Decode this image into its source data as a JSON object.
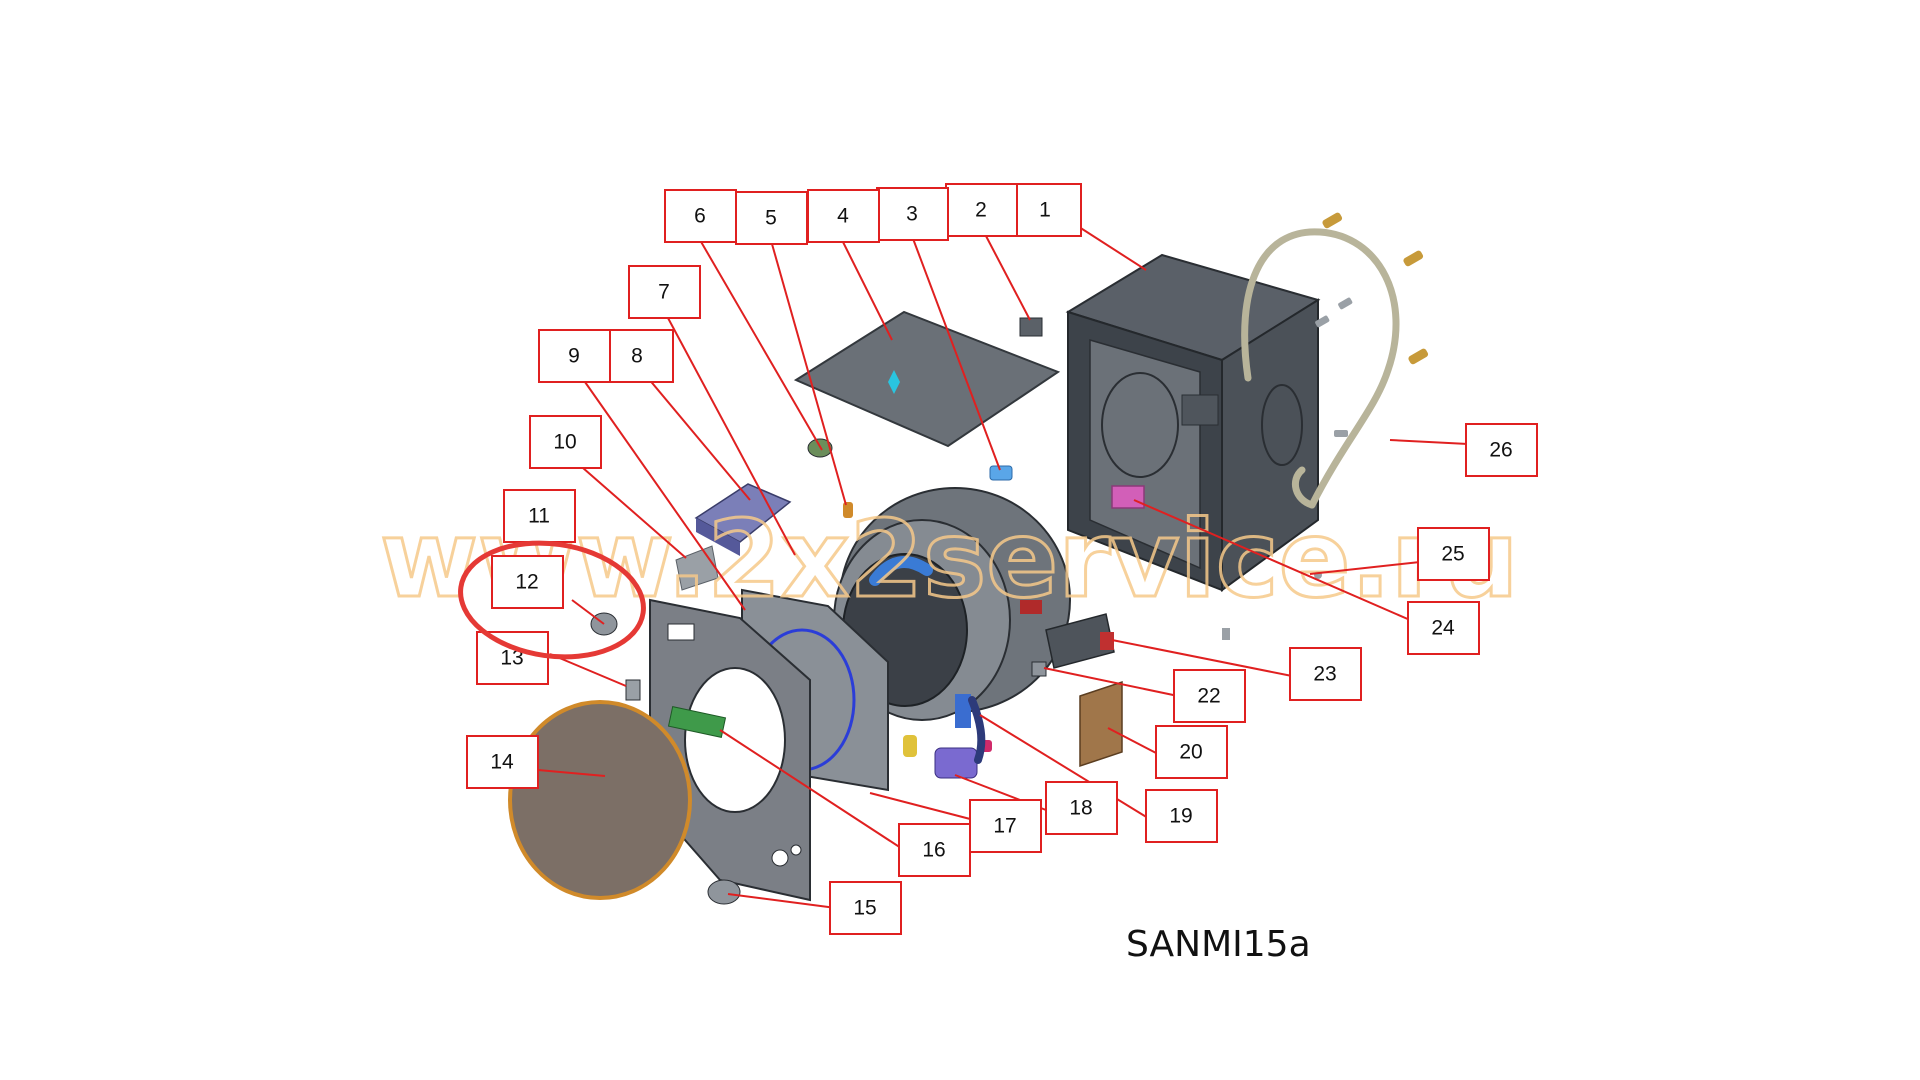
{
  "diagram": {
    "caption": "SANMI15a",
    "watermark": "www.2x2service.ru",
    "highlight_color": "#e53935",
    "callout_border_color": "#e02020",
    "callouts": [
      "1",
      "2",
      "3",
      "4",
      "5",
      "6",
      "7",
      "8",
      "9",
      "10",
      "11",
      "12",
      "13",
      "14",
      "15",
      "16",
      "17",
      "18",
      "19",
      "20",
      "22",
      "23",
      "24",
      "25",
      "26"
    ]
  }
}
